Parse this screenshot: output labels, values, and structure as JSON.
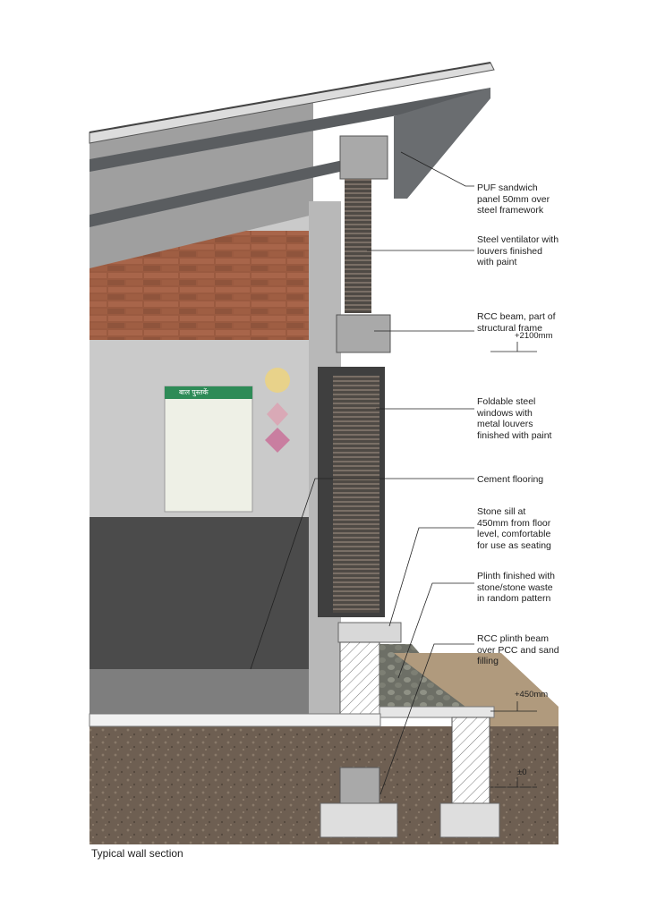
{
  "caption": "Typical wall section",
  "annotations": [
    {
      "id": "puf",
      "text": "PUF sandwich\npanel 50mm over\nsteel framework"
    },
    {
      "id": "ventilator",
      "text": "Steel ventilator with\nlouvers finished\nwith paint"
    },
    {
      "id": "rcc-beam",
      "text": "RCC beam, part of\nstructural frame"
    },
    {
      "id": "windows",
      "text": "Foldable steel\nwindows with\nmetal louvers\nfinished with paint"
    },
    {
      "id": "flooring",
      "text": "Cement flooring"
    },
    {
      "id": "sill",
      "text": "Stone sill at\n450mm from floor\nlevel, comfortable\nfor use as seating"
    },
    {
      "id": "plinth",
      "text": "Plinth finished with\nstone/stone waste\nin random pattern"
    },
    {
      "id": "plinth-beam",
      "text": "RCC plinth beam\nover PCC and sand\nfilling"
    }
  ],
  "levels": [
    {
      "id": "lintel",
      "text": "+2100mm"
    },
    {
      "id": "plinth",
      "text": "+450mm"
    },
    {
      "id": "ground",
      "text": "±0"
    }
  ],
  "poster": {
    "title": "बाल पुस्तकें"
  },
  "colors": {
    "steel": "#5a5d60",
    "brick": "#9a5a40",
    "wall": "#c9c9c9",
    "dado": "#4b4b4b",
    "soil": "#6e5f52",
    "concrete": "#9c9c9c"
  }
}
